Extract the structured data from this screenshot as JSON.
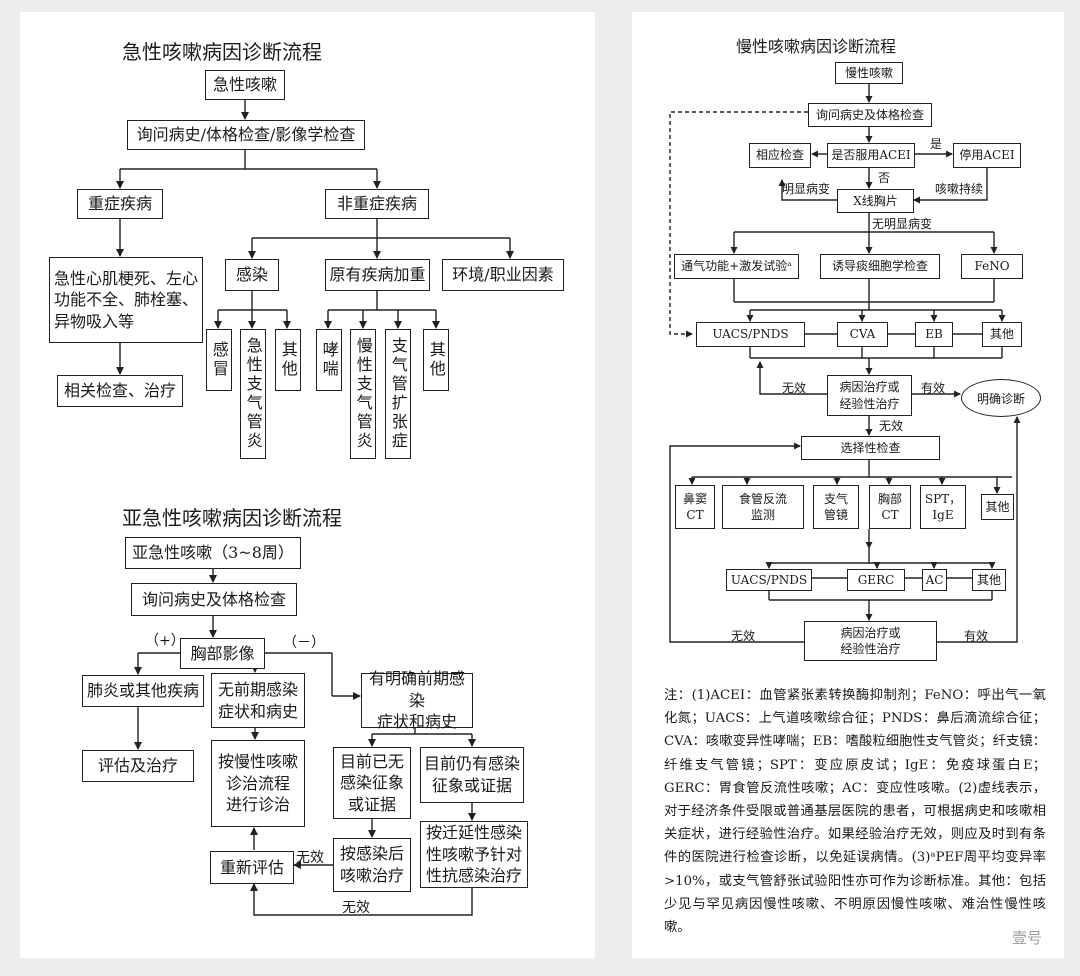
{
  "acute": {
    "title": "急性咳嗽病因诊断流程",
    "start": "急性咳嗽",
    "history": "询问病史/体格检查/影像学检查",
    "severe": "重症疾病",
    "nonsevere": "非重症疾病",
    "severe_list": "急性心肌梗死、左心功能不全、肺栓塞、异物吸入等",
    "severe_followup": "相关检查、治疗",
    "infection": "感染",
    "existing": "原有疾病加重",
    "environment": "环境/职业因素",
    "cold": "感冒",
    "bronchitis": "急性支气管炎",
    "other1": "其他",
    "asthma": "哮喘",
    "chronic_bronchitis": "慢性支气管炎",
    "bronchiectasis": "支气管扩张症",
    "other2": "其他"
  },
  "subacute": {
    "title": "亚急性咳嗽病因诊断流程",
    "start": "亚急性咳嗽（3~8周）",
    "history": "询问病史及体格检查",
    "chest_imaging": "胸部影像",
    "plus": "（+）",
    "minus": "（－）",
    "pneumonia": "肺炎或其他疾病",
    "eval_treat": "评估及治疗",
    "no_prior_infection": "无前期感染\n症状和病史",
    "has_prior_infection": "有明确前期感染\n症状和病史",
    "chronic_flow": "按慢性咳嗽\n诊治流程\n进行诊治",
    "no_current_infection": "目前已无\n感染征象\n或证据",
    "current_infection": "目前仍有感染\n征象或证据",
    "post_infection_treat": "按感染后\n咳嗽治疗",
    "prolonged_treat": "按迁延性感染\n性咳嗽予针对\n性抗感染治疗",
    "reassess": "重新评估",
    "invalid1": "无效",
    "invalid2": "无效"
  },
  "chronic": {
    "title": "慢性咳嗽病因诊断流程",
    "start": "慢性咳嗽",
    "history": "询问病史及体格检查",
    "relevant_exam": "相应检查",
    "acei_question": "是否服用ACEI",
    "stop_acei": "停用ACEI",
    "yes": "是",
    "no": "否",
    "obvious_lesion": "明显病变",
    "cough_persists": "咳嗽持续",
    "xray": "X线胸片",
    "no_obvious_lesion": "无明显病变",
    "lung_function": "通气功能+激发试验ᵃ",
    "sputum": "诱导痰细胞学检查",
    "feno": "FeNO",
    "uacs": "UACS/PNDS",
    "cva": "CVA",
    "eb": "EB",
    "other_a": "其他",
    "etiology_treat_1": "病因治疗或\n经验性治疗",
    "invalid_a": "无效",
    "effective_a": "有效",
    "confirmed": "明确诊断",
    "invalid_b": "无效",
    "selective_exam": "选择性检查",
    "sinus_ct": "鼻窦\nCT",
    "esophageal": "食管反流\n监测",
    "bronchoscopy": "支气\n管镜",
    "chest_ct": "胸部\nCT",
    "spt": "SPT，\nIgE",
    "other_b": "其他",
    "uacs2": "UACS/PNDS",
    "gerc": "GERC",
    "ac": "AC",
    "other_c": "其他",
    "etiology_treat_2": "病因治疗或\n经验性治疗",
    "invalid_c": "无效",
    "effective_c": "有效"
  },
  "note": "注：(1)ACEI：血管紧张素转换酶抑制剂；FeNO：呼出气一氧化氮；UACS：上气道咳嗽综合征；PNDS：鼻后滴流综合征；CVA：咳嗽变异性哮喘；EB：嗜酸粒细胞性支气管炎；纤支镜：纤维支气管镜；SPT：变应原皮试；IgE：免疫球蛋白E；GERC：胃食管反流性咳嗽；AC：变应性咳嗽。(2)虚线表示，对于经济条件受限或普通基层医院的患者，可根据病史和咳嗽相关症状，进行经验性治疗。如果经验治疗无效，则应及时到有条件的医院进行检查诊断，以免延误病情。(3)ᵃPEF周平均变异率>10%，或支气管舒张试验阳性亦可作为诊断标准。其他：包括少见与罕见病因慢性咳嗽、不明原因慢性咳嗽、难治性慢性咳嗽。",
  "watermark": "壹号"
}
